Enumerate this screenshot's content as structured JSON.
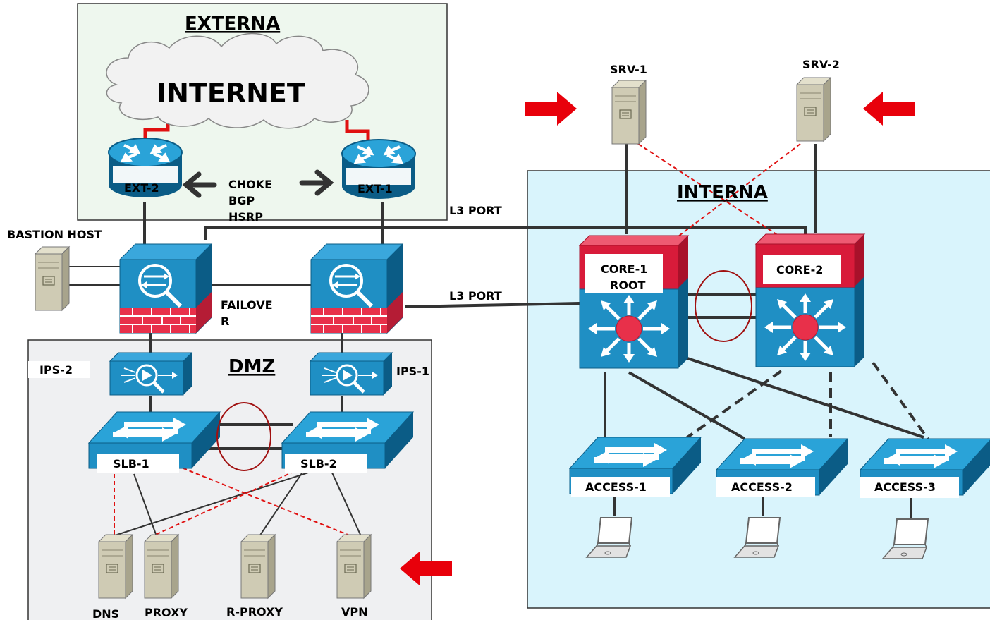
{
  "zones": {
    "externa": "EXTERNA",
    "interna": "INTERNA",
    "dmz": "DMZ"
  },
  "cloud_label": "INTERNET",
  "routers": {
    "ext2": "EXT-2",
    "ext1": "EXT-1"
  },
  "router_link": {
    "line1": "CHOKE",
    "line2": "BGP",
    "line3": "HSRP"
  },
  "bastion_host": "BASTION HOST",
  "failover": {
    "line1": "FAILOVE",
    "line2": "R"
  },
  "l3_port_top": "L3 PORT",
  "l3_port_mid": "L3 PORT",
  "ips": {
    "ips2": "IPS-2",
    "ips1": "IPS-1"
  },
  "slb": {
    "slb1": "SLB-1",
    "slb2": "SLB-2"
  },
  "dmz_servers": {
    "dns": "DNS",
    "proxy": "PROXY",
    "rproxy": "R-PROXY",
    "vpn": "VPN"
  },
  "srv": {
    "srv1": "SRV-1",
    "srv2": "SRV-2"
  },
  "core": {
    "core1_l1": "CORE-1",
    "core1_l2": "ROOT",
    "core2": "CORE-2"
  },
  "access": {
    "a1": "ACCESS-1",
    "a2": "ACCESS-2",
    "a3": "ACCESS-3"
  },
  "icons": [
    "cloud-icon",
    "router-icon",
    "firewall-icon",
    "ips-icon",
    "switch-icon",
    "server-icon",
    "laptop-icon",
    "core-switch-icon",
    "arrow-icon"
  ],
  "colors": {
    "externa_bg": "#eef7ee",
    "interna_bg": "#d9f4fc",
    "dmz_bg": "#eff0f2",
    "device_blue": "#1f8fc4",
    "device_dark": "#0b5c86",
    "core_red": "#d81b3a",
    "brick": "#e8304a",
    "link_dashed_red": "#e01010",
    "arrow_red": "#e8000b",
    "server_beige": "#cfcbb4",
    "stp_ring": "#a01010"
  }
}
